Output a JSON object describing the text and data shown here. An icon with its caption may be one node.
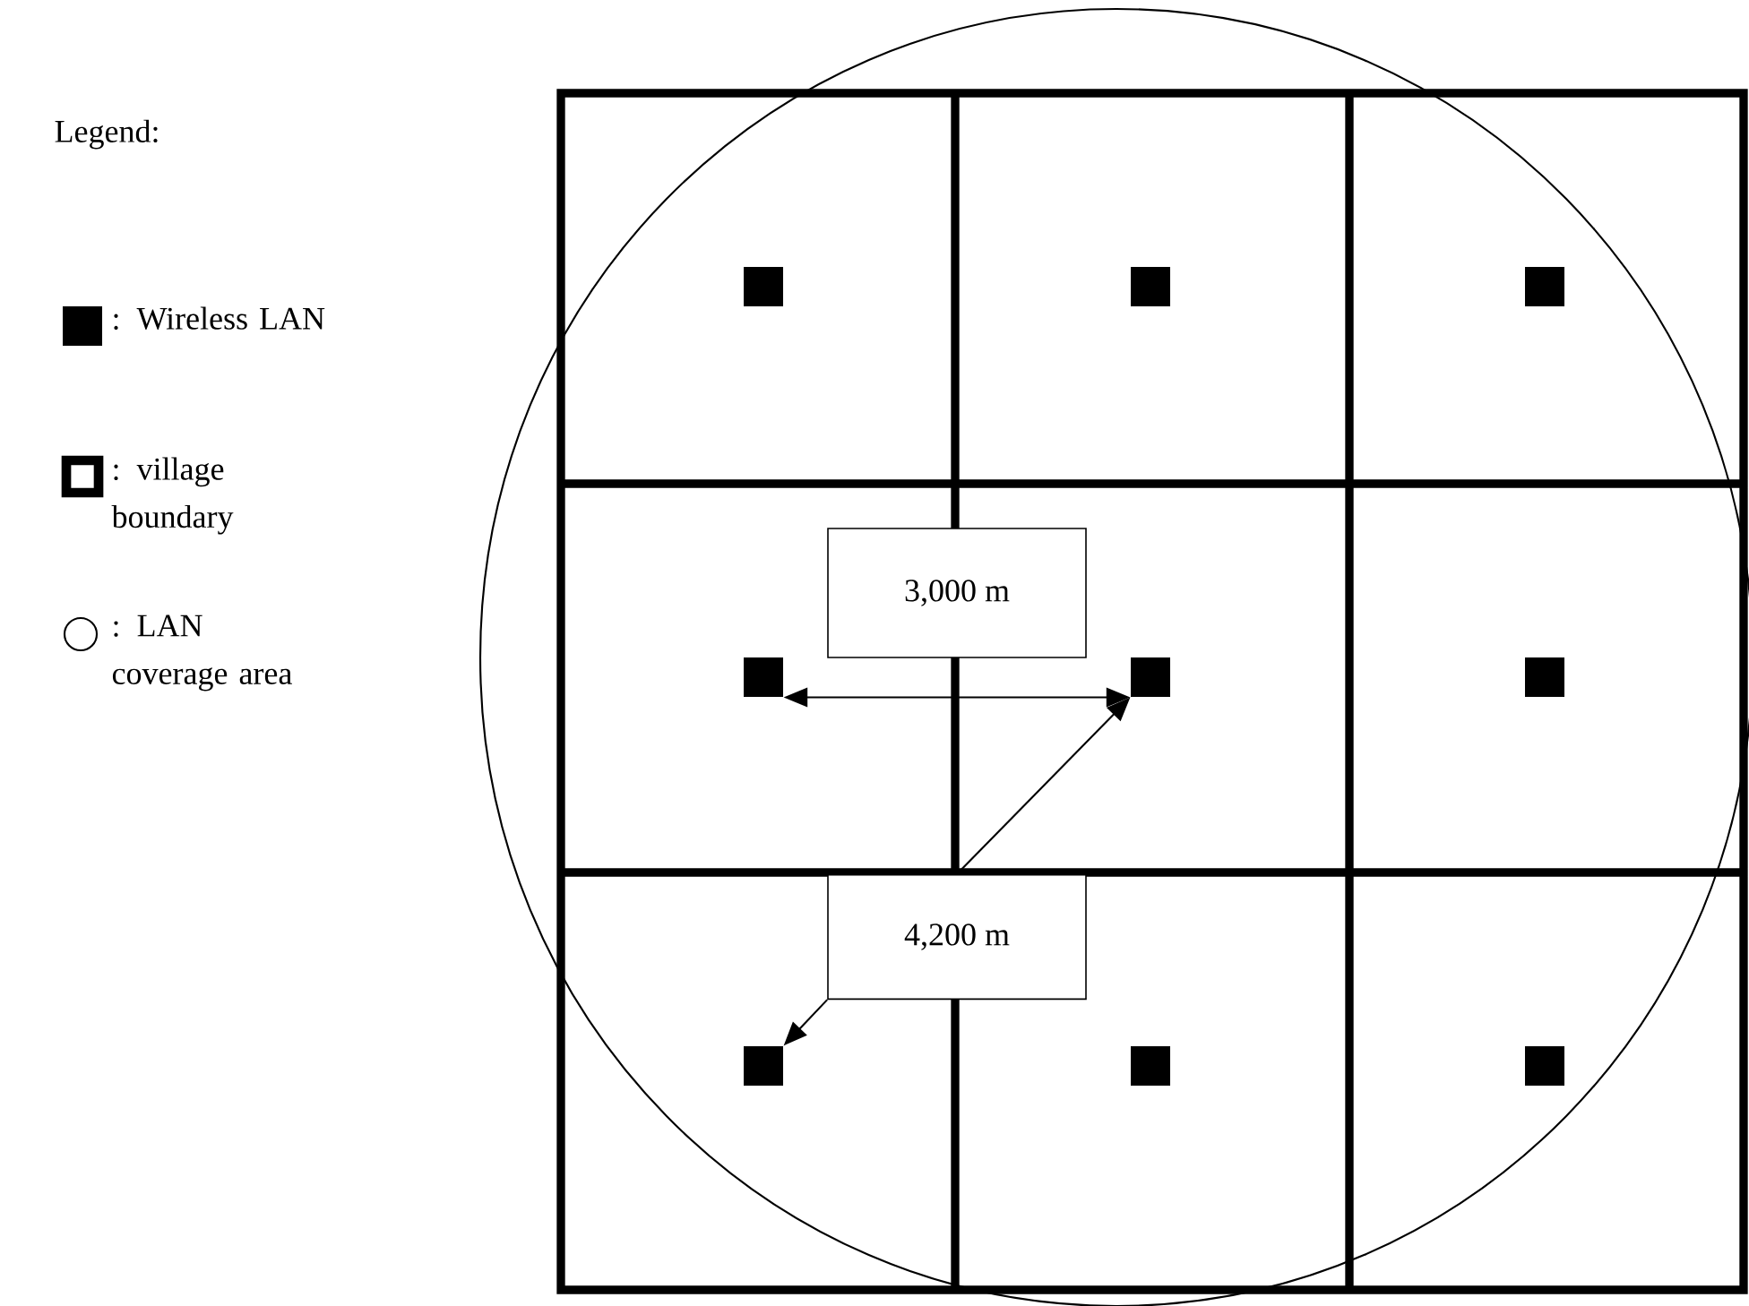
{
  "diagram": {
    "nodes": [
      {
        "text": [],
        "shape": "box"
      },
      {
        "text": [],
        "shape": "box"
      },
      {
        "text": [],
        "shape": "box"
      },
      {
        "text": [],
        "shape": "box"
      },
      {
        "text": [],
        "shape": "box"
      },
      {
        "text": [],
        "shape": "box"
      },
      {
        "text": [],
        "shape": "box"
      },
      {
        "text": [],
        "shape": "box"
      },
      {
        "text": [],
        "shape": "box"
      },
      {
        "text": [
          "3,000 m"
        ]
      },
      {
        "text": [
          "4,200 m"
        ]
      }
    ],
    "edges": [
      {
        "from": 3,
        "to": 4,
        "arrow": "both"
      },
      {
        "from": 10,
        "to": 4,
        "arrow": "to"
      },
      {
        "from": 10,
        "to": 6,
        "arrow": "to"
      }
    ],
    "labels": [
      "Legend:"
    ],
    "legend": [
      {
        "text": ": Wireless LAN",
        "color": "#000000"
      },
      {
        "text": ": village boundary"
      },
      {
        "text": ": LAN coverage area"
      }
    ]
  }
}
